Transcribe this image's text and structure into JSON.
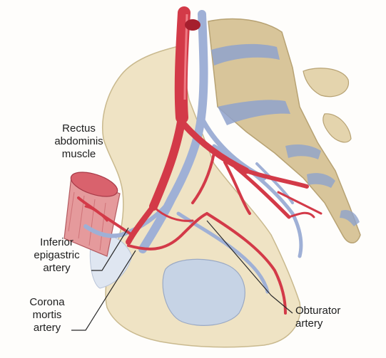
{
  "figure": {
    "colors": {
      "background": "#fefdfb",
      "bone": "#efe3c4",
      "bone_edge": "#c9b98e",
      "vertebra": "#d8c59a",
      "disc": "#8fa2cc",
      "artery": "#d33a48",
      "artery_dark": "#a51f2e",
      "vein": "#9fb0d6",
      "vein_dark": "#7d91c0",
      "muscle": "#e59a9c",
      "bladder": "#c6d3e5",
      "leader": "#2a2a2a"
    },
    "labels": {
      "rectus": [
        "Rectus",
        "abdominis",
        "muscle"
      ],
      "inferior": [
        "Inferior",
        "epigastric",
        "artery"
      ],
      "corona": [
        "Corona",
        "mortis",
        "artery"
      ],
      "obturator": [
        "Obturator",
        "artery"
      ]
    }
  }
}
